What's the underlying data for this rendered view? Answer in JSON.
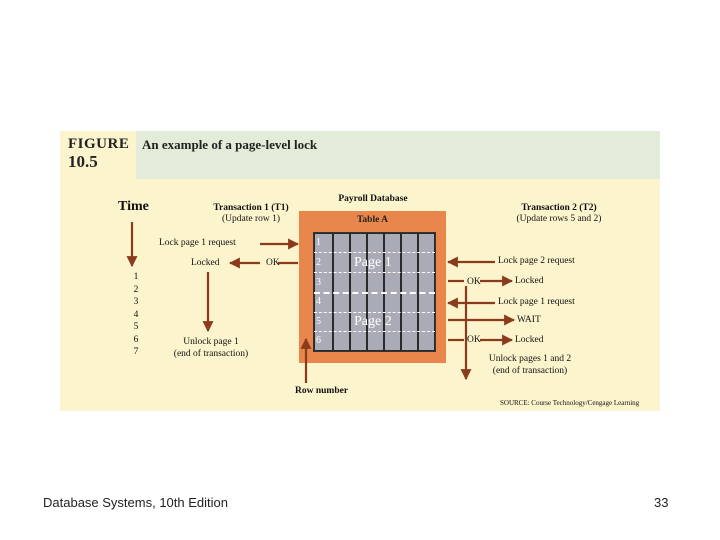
{
  "figure": {
    "label_word": "FIGURE",
    "label_number": "10.5",
    "title": "An example of a page-level lock"
  },
  "time": {
    "label": "Time",
    "ticks": [
      "1",
      "2",
      "3",
      "4",
      "5",
      "6",
      "7"
    ]
  },
  "t1": {
    "title": "Transaction 1 (T1)",
    "subtitle": "(Update row 1)",
    "lock_request": "Lock page 1 request",
    "locked": "Locked",
    "ok": "OK",
    "unlock_line1": "Unlock page 1",
    "unlock_line2": "(end of transaction)"
  },
  "database": {
    "title": "Payroll Database",
    "table_name": "Table A",
    "rows": [
      "1",
      "2",
      "3",
      "4",
      "5",
      "6"
    ],
    "page1": "Page 1",
    "page2": "Page 2",
    "row_number_label": "Row number"
  },
  "t2": {
    "title": "Transaction 2 (T2)",
    "subtitle": "(Update rows 5 and 2)",
    "lock_page2_request": "Lock page 2 request",
    "ok1": "OK",
    "locked1": "Locked",
    "lock_page1_request": "Lock page 1 request",
    "wait": "WAIT",
    "ok2": "OK",
    "locked2": "Locked",
    "unlock_line1": "Unlock pages 1 and 2",
    "unlock_line2": "(end of transaction)"
  },
  "source": "SOURCE: Course Technology/Cengage Learning",
  "footer": {
    "left": "Database Systems, 10th Edition",
    "right": "33"
  }
}
